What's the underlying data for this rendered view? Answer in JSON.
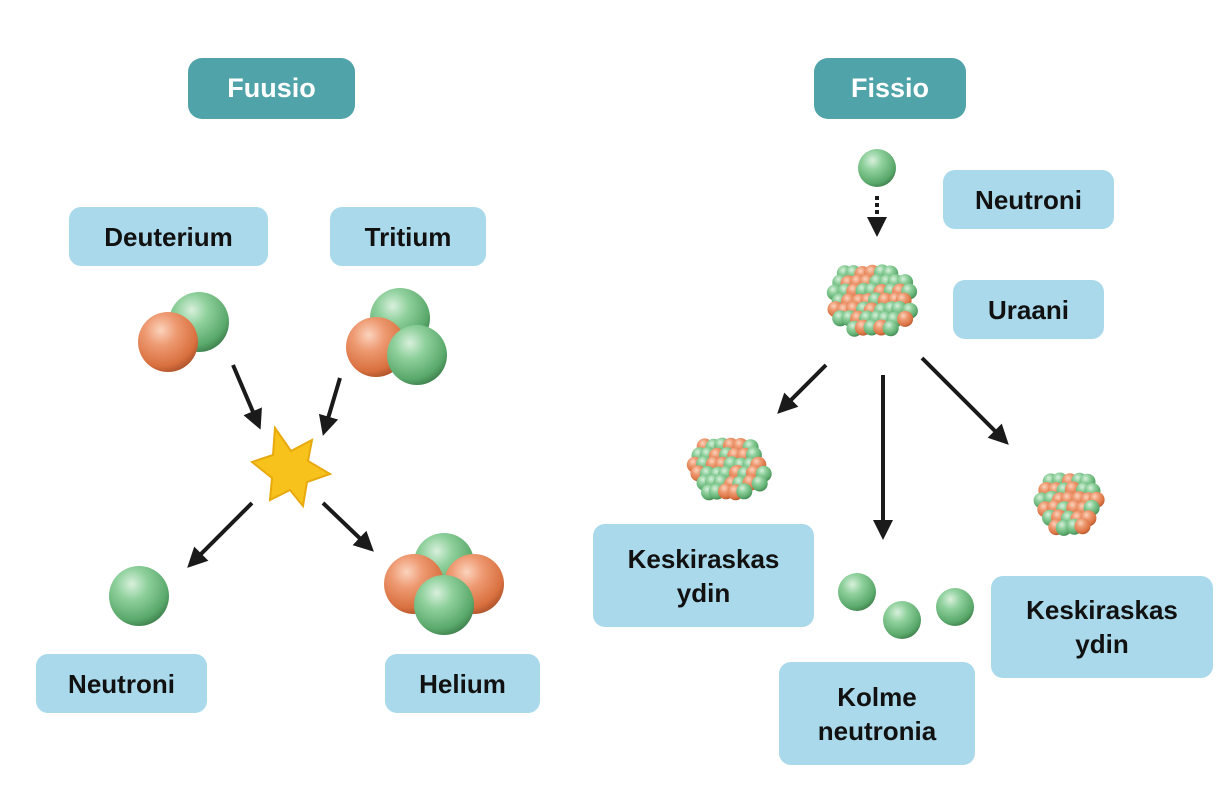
{
  "fusion": {
    "title": "Fuusio",
    "deuterium": "Deuterium",
    "tritium": "Tritium",
    "neutron": "Neutroni",
    "helium": "Helium"
  },
  "fission": {
    "title": "Fissio",
    "neutron": "Neutroni",
    "uranium": "Uraani",
    "medium_left_line1": "Keskiraskas",
    "medium_left_line2": "ydin",
    "medium_right_line1": "Keskiraskas",
    "medium_right_line2": "ydin",
    "three_neutrons_line1": "Kolme",
    "three_neutrons_line2": "neutronia"
  },
  "colors": {
    "title_bg": "#4fa3a9",
    "label_bg": "#a9d9ea",
    "neutron_green": "#6cbf7f",
    "proton_orange": "#e8845c",
    "star_yellow": "#f7c21c"
  }
}
